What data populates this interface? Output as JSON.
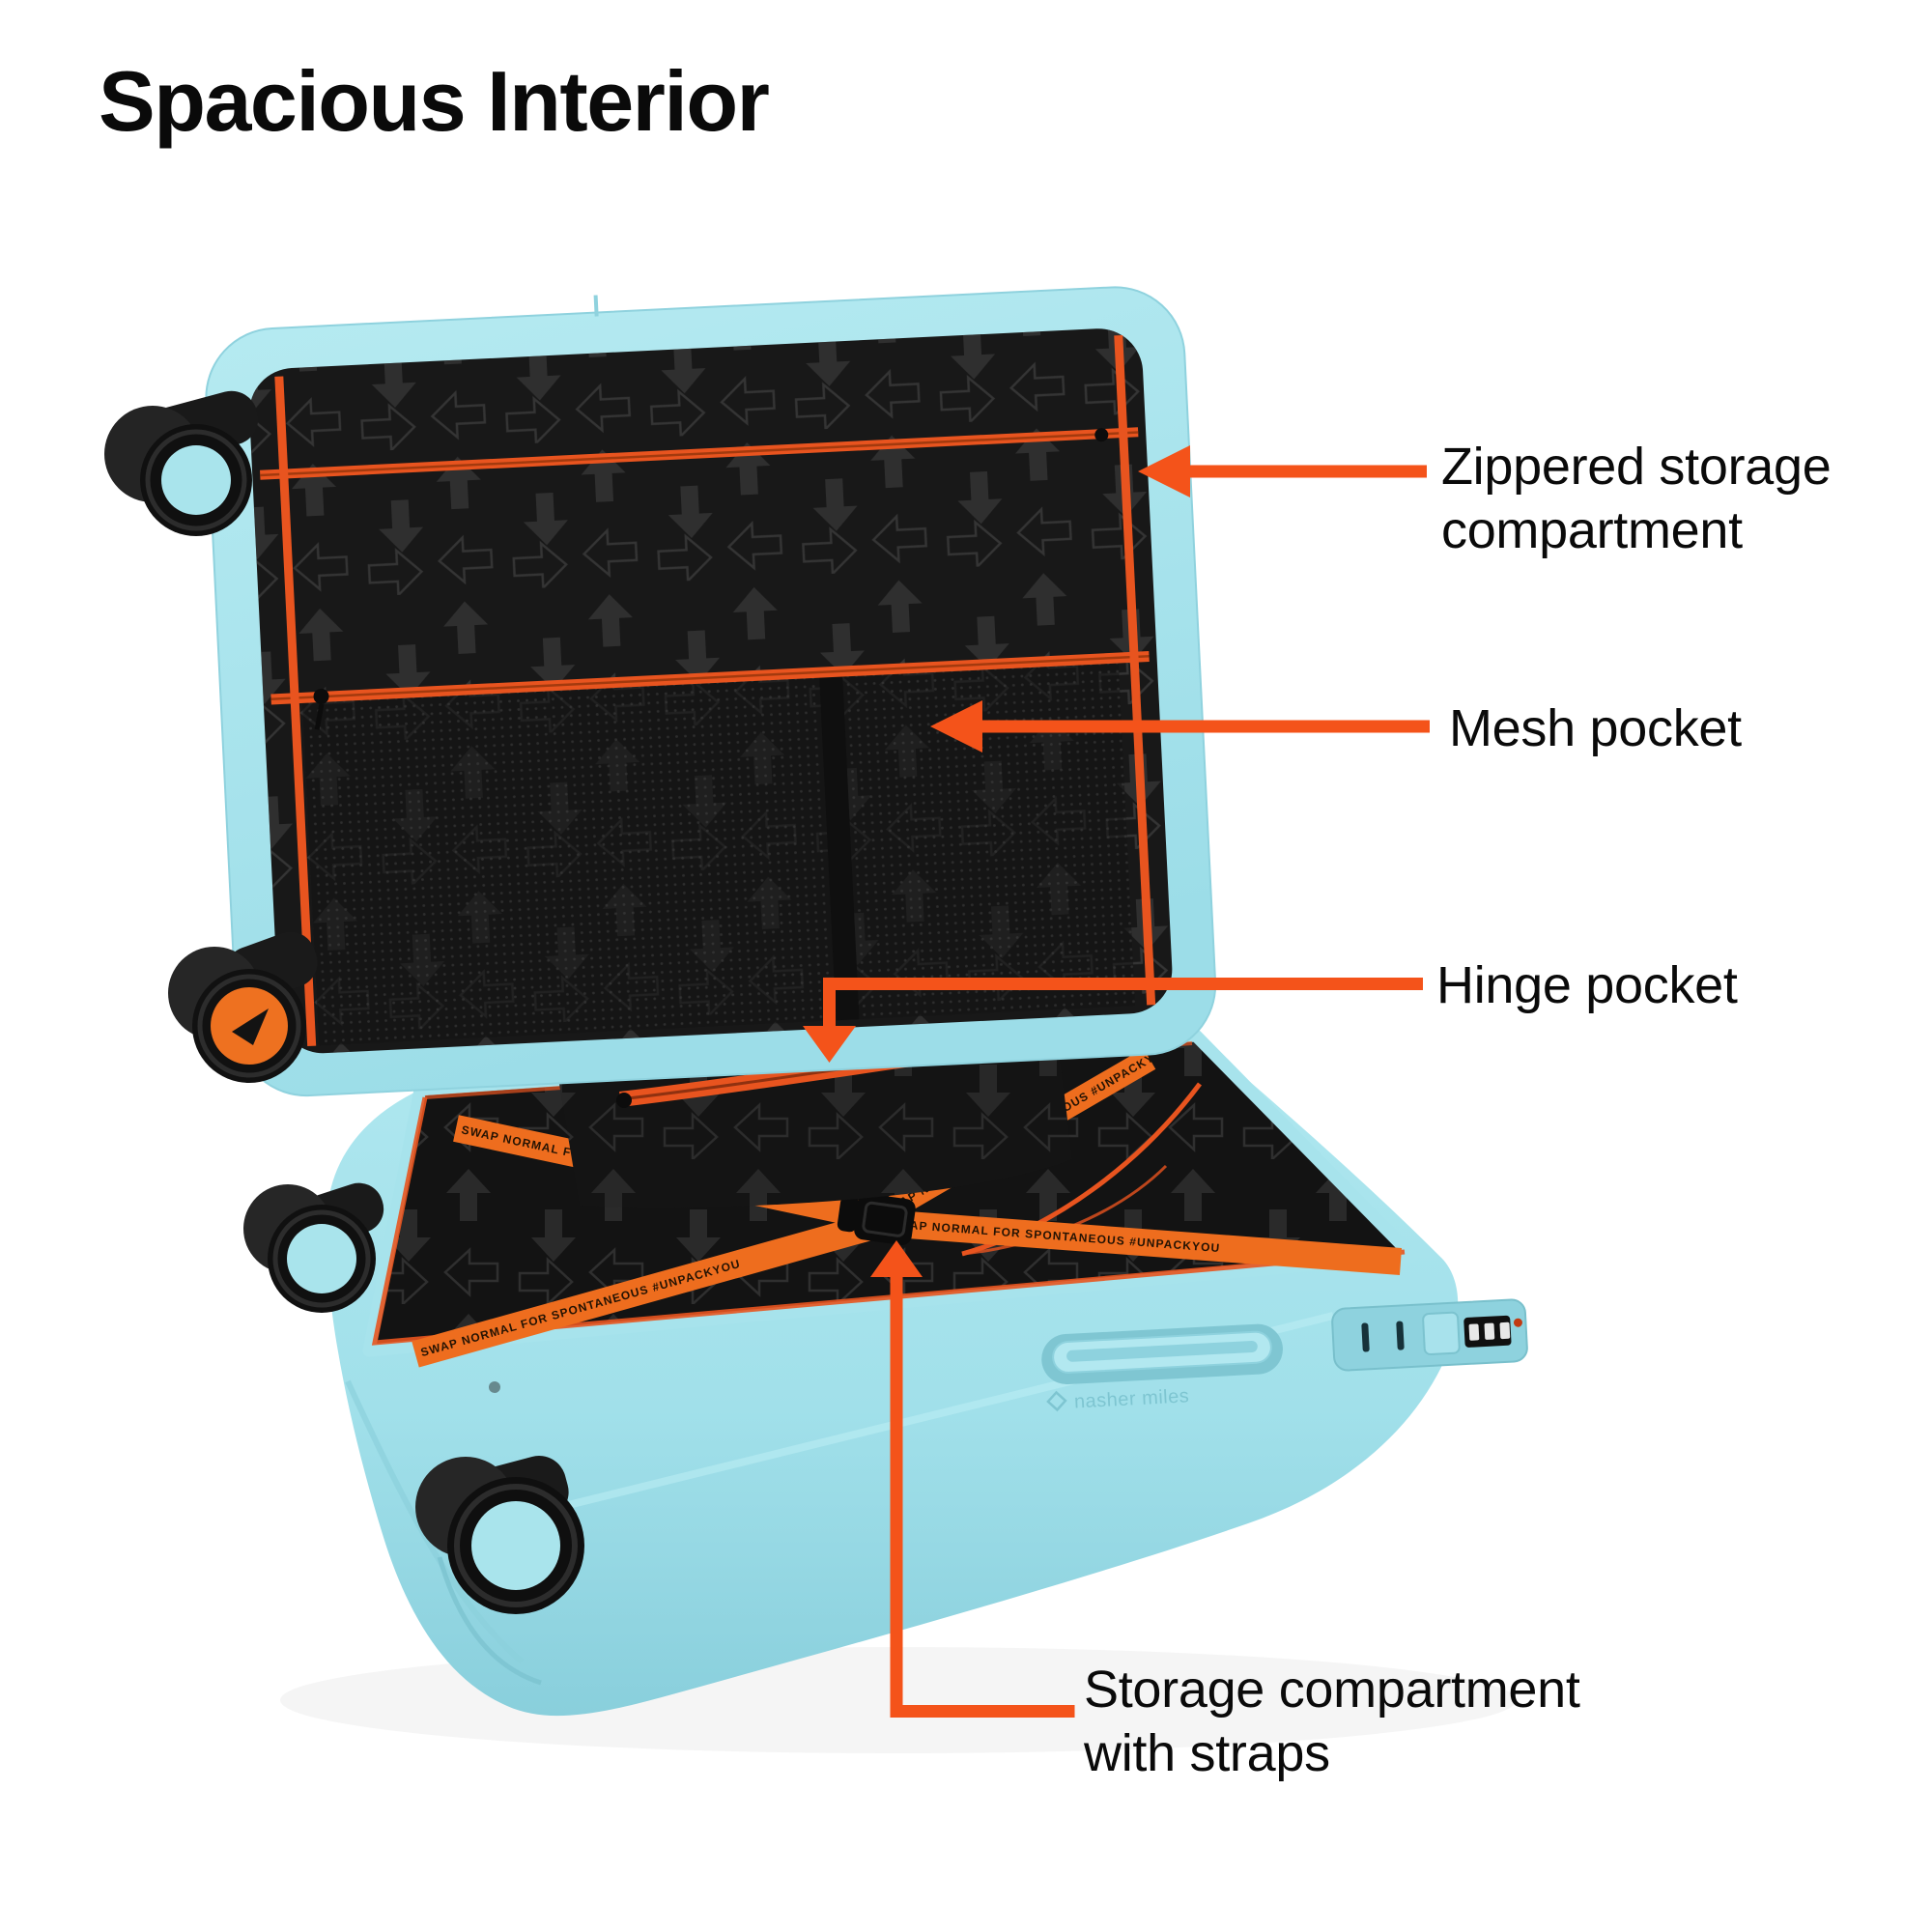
{
  "page": {
    "title": "Spacious Interior",
    "background": "#ffffff"
  },
  "callouts": [
    {
      "id": "zippered-storage-compartment",
      "label": "Zippered storage compartment"
    },
    {
      "id": "mesh-pocket",
      "label": "Mesh pocket"
    },
    {
      "id": "hinge-pocket",
      "label": "Hinge pocket"
    },
    {
      "id": "storage-compartment-with-straps",
      "label": "Storage compartment with straps"
    }
  ],
  "product": {
    "brand": "nasher miles",
    "strap_text": "SWAP NORMAL FOR SPONTANEOUS #UNPACKYOU"
  },
  "colors": {
    "shell_mint": "#a7e3ec",
    "shell_mint_dark": "#8ed2de",
    "accent_orange": "#f4531a",
    "zipper_orange": "#e8541f",
    "strap_orange": "#ee6d1e",
    "interior_black": "#171717",
    "pattern_grey": "#4b4b4b",
    "hub_orange": "#ee7120",
    "text_black": "#0a0a0a"
  }
}
